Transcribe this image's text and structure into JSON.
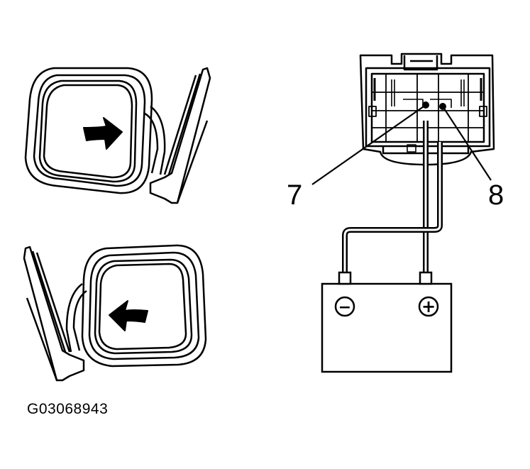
{
  "figure_code": "G03068943",
  "callouts": {
    "pin_a": "7",
    "pin_b": "8"
  },
  "battery": {
    "negative_symbol": "−",
    "positive_symbol": "+"
  },
  "mirrors": [
    {
      "position": "upper",
      "arrow_direction": "right"
    },
    {
      "position": "lower",
      "arrow_direction": "left"
    }
  ]
}
